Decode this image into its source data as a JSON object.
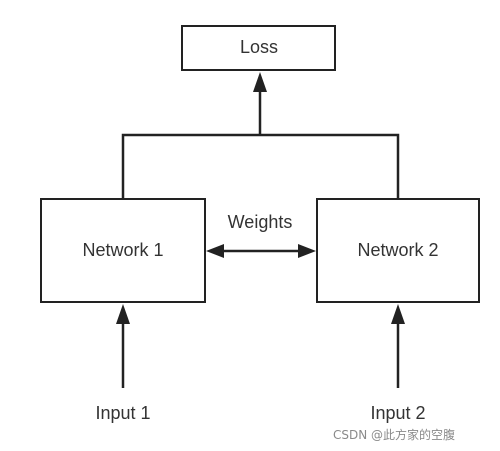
{
  "diagram": {
    "loss_label": "Loss",
    "network1_label": "Network 1",
    "network2_label": "Network 2",
    "weights_label": "Weights",
    "input1_label": "Input 1",
    "input2_label": "Input 2",
    "stroke_color": "#222222",
    "text_color": "#333333"
  },
  "watermark": {
    "text": "CSDN @此方家的空腹"
  }
}
